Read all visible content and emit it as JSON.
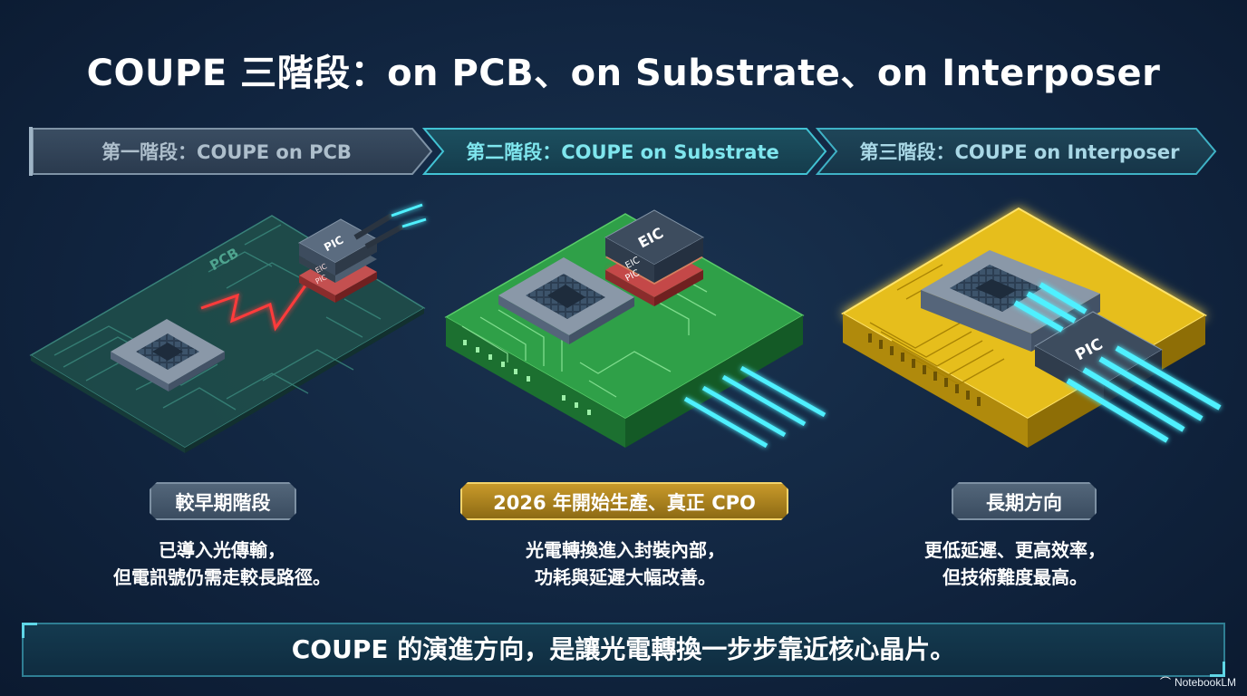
{
  "title": "COUPE 三階段：on PCB、on Substrate、on Interposer",
  "stages": [
    {
      "label": "第一階段：COUPE on PCB",
      "board_label": "PCB",
      "chip_labels": [
        "PIC",
        "EIC",
        "PIC"
      ],
      "badge": "較早期階段",
      "desc_line1": "已導入光傳輸，",
      "desc_line2": "但電訊號仍需走較長路徑。"
    },
    {
      "label": "第二階段：COUPE on Substrate",
      "chip_labels": [
        "EIC",
        "EIC",
        "PIC"
      ],
      "badge": "2026 年開始生產、真正 CPO",
      "desc_line1": "光電轉換進入封裝內部，",
      "desc_line2": "功耗與延遲大幅改善。"
    },
    {
      "label": "第三階段：COUPE on Interposer",
      "chip_labels": [
        "PIC"
      ],
      "badge": "長期方向",
      "desc_line1": "更低延遲、更高效率，",
      "desc_line2": "但技術難度最高。"
    }
  ],
  "footer": "COUPE 的演進方向，是讓光電轉換一步步靠近核心晶片。",
  "brand": "NotebookLM",
  "colors": {
    "background": "#112540",
    "stage1_text": "#aebfcc",
    "stage2_text": "#7fe6ee",
    "pcb": "#1f4d4a",
    "substrate": "#2fa048",
    "interposer": "#e6be1c",
    "fiber": "#4ff0ff",
    "electric_signal": "#ff3b3b",
    "badge_gold": "#c99a2a"
  },
  "icons": [
    "chip-icon",
    "optical-fiber-icon",
    "lightning-signal-icon",
    "notebooklm-logo-icon"
  ]
}
